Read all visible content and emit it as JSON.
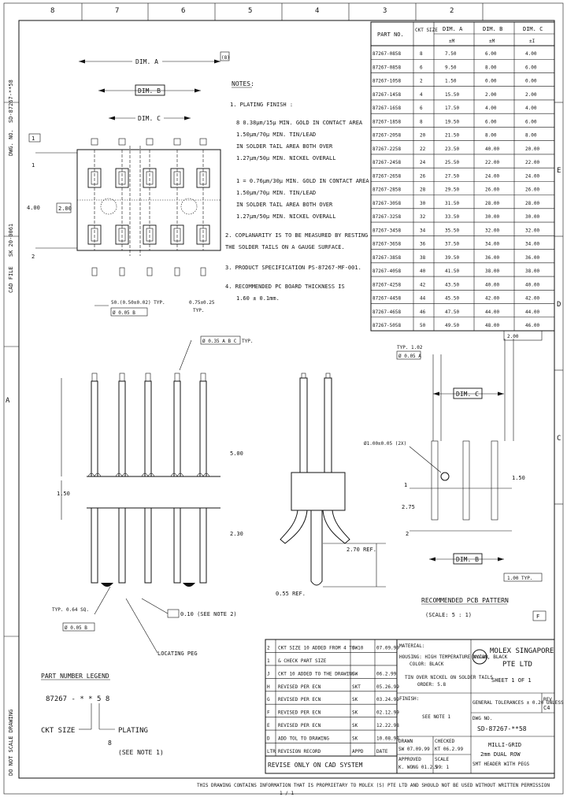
{
  "border": {
    "top_zones": [
      "8",
      "7",
      "6",
      "5",
      "4",
      "3",
      "2"
    ],
    "right_zones": [
      "E",
      "D",
      "C"
    ],
    "left_zones": [
      "A"
    ]
  },
  "left_margin": {
    "doc_no_label": "DWG. NO.",
    "doc_no": "SD-87267-**58",
    "status": "CAD FILE",
    "date": "SK 20-0061"
  },
  "table": {
    "headers": [
      "PART NO.",
      "CKT SIZE",
      "DIM. A",
      "DIM. B",
      "DIM. C"
    ],
    "units": [
      "±M",
      "±M",
      "±I"
    ],
    "rows": [
      [
        "87267-0858",
        "8",
        "7.50",
        "6.00",
        "4.00"
      ],
      [
        "87267-0858",
        "6",
        "9.50",
        "8.00",
        "6.00"
      ],
      [
        "87267-1058",
        "2",
        "1.50",
        "0.00",
        "0.00"
      ],
      [
        "87267-1458",
        "4",
        "15.50",
        "2.00",
        "2.00"
      ],
      [
        "87267-1658",
        "6",
        "17.50",
        "4.00",
        "4.00"
      ],
      [
        "87267-1858",
        "8",
        "19.50",
        "6.00",
        "6.00"
      ],
      [
        "87267-2058",
        "20",
        "21.50",
        "8.00",
        "8.00"
      ],
      [
        "87267-2258",
        "22",
        "23.50",
        "40.00",
        "20.00"
      ],
      [
        "87267-2458",
        "24",
        "25.50",
        "22.00",
        "22.00"
      ],
      [
        "87267-2658",
        "26",
        "27.50",
        "24.00",
        "24.00"
      ],
      [
        "87267-2858",
        "28",
        "29.50",
        "26.00",
        "26.00"
      ],
      [
        "87267-3058",
        "30",
        "31.50",
        "28.00",
        "28.00"
      ],
      [
        "87267-3258",
        "32",
        "33.50",
        "30.00",
        "30.00"
      ],
      [
        "87267-3458",
        "34",
        "35.50",
        "32.00",
        "32.00"
      ],
      [
        "87267-3658",
        "36",
        "37.50",
        "34.00",
        "34.00"
      ],
      [
        "87267-3858",
        "38",
        "39.50",
        "36.00",
        "36.00"
      ],
      [
        "87267-4058",
        "40",
        "41.50",
        "38.00",
        "38.00"
      ],
      [
        "87267-4258",
        "42",
        "43.50",
        "40.00",
        "40.00"
      ],
      [
        "87267-4458",
        "44",
        "45.50",
        "42.00",
        "42.00"
      ],
      [
        "87267-4658",
        "46",
        "47.50",
        "44.00",
        "44.00"
      ],
      [
        "87267-5058",
        "50",
        "49.50",
        "48.00",
        "46.00"
      ]
    ]
  },
  "notes": {
    "heading": "NOTES:",
    "lines": [
      "1. PLATING FINISH :",
      "8    0.38µm/15µ MIN. GOLD IN CONTACT AREA",
      "     1.50µm/70µ MIN. TIN/LEAD",
      "     IN SOLDER TAIL AREA BOTH OVER",
      "     1.27µm/50µ MIN. NICKEL OVERALL",
      "1 =  0.76µm/30µ MIN. GOLD IN CONTACT AREA",
      "     1.50µm/70µ MIN. TIN/LEAD",
      "     IN SOLDER TAIL AREA BOTH OVER",
      "     1.27µm/50µ MIN. NICKEL OVERALL",
      "2. COPLANARITY IS TO BE MEASURED BY RESTING",
      "   THE SOLDER TAILS ON A GAUGE SURFACE.",
      "3. PRODUCT SPECIFICATION PS-87267-MF-001.",
      "4. RECOMMENDED PC BOARD THICKNESS IS",
      "   1.60 ± 0.1mm."
    ]
  },
  "dims": {
    "dim_a": "DIM. A",
    "dim_b": "DIM. B",
    "dim_c": "DIM. C",
    "ref_8": "(8)",
    "n_1": "1",
    "n_2": "2",
    "v_400": "4.00",
    "v_200": "2.00",
    "pin_pitch": "50.(0.50±0.02) TYP.",
    "pin_tol": "Ø 0.05 B",
    "pin_075": "0.75±0.25",
    "pin_075b": "TYP.",
    "tp_tol": "Ø 0.35 A B C",
    "tp": "TYP.",
    "v_500": "5.00",
    "v_150": "1.50",
    "v_230": "2.30",
    "v_270": "2.70 REF.",
    "v_055": "0.55 REF.",
    "sq_typ": "TYP. 0.64 SQ.",
    "sq_tol": "Ø 0.05 B",
    "coplan": "0.10 (SEE NOTE 2)",
    "locating": "LOCATING PEG",
    "pcb_hole": "Ø1.00±0.05 (2X)",
    "pcb_typ": "TYP. 1.02",
    "pcb_typ2": "Ø 0.05 A",
    "pcb_200": "2.00",
    "pcb_275": "2.75",
    "pcb_150": "1.50",
    "pcb_100": "1.00 TYP.",
    "pcb_title": "RECOMMENDED PCB PATTERN",
    "pcb_scale": "(SCALE: 5 : 1)",
    "note_ref": "F"
  },
  "legend": {
    "title": "PART NUMBER LEGEND",
    "pn": "87267 - * * 5 8",
    "ckt": "CKT SIZE",
    "plating": "PLATING",
    "plating_ref": "(SEE NOTE 1)",
    "plating_code": "8"
  },
  "revisions": {
    "rows": [
      [
        "2",
        "CKT SIZE 10 ADDED FROM 4 TO 10",
        "SW",
        "07.09.99"
      ],
      [
        "1",
        "& CHECK PART SIZE",
        "",
        ""
      ],
      [
        "J",
        "CKT 10 ADDED TO THE DRAWING",
        "SW",
        "06.2.99"
      ],
      [
        "H",
        "REVISED PER ECN",
        "SKT",
        "05.26.99"
      ],
      [
        "G",
        "REVISED PER ECN",
        "SK",
        "03.24.99"
      ],
      [
        "F",
        "REVISED PER ECN",
        "SK",
        "02.12.99"
      ],
      [
        "E",
        "REVISED PER ECN",
        "SK",
        "12.22.98"
      ],
      [
        "D",
        "ADD TOL TO DRAWING",
        "SK",
        "10.08.98"
      ],
      [
        "LTR",
        "REVISION RECORD",
        "APPD",
        "DATE"
      ]
    ],
    "bottom": "REVISE ONLY ON CAD SYSTEM"
  },
  "titleblock": {
    "company": "MOLEX SINGAPORE",
    "company2": "PTE LTD",
    "sheet": "SHEET 1 OF 1",
    "material_label": "MATERIAL:",
    "material": "HOUSING: HIGH TEMPERATURE NYLON, BLACK",
    "material2": "COLOR: BLACK",
    "material3": "TIN OVER NICKEL ON SOLDER TAILS",
    "material4": "ORDER: 5.8",
    "finish_label": "FINISH:",
    "tolerance": "GENERAL TOLERANCES ± 0.20 UNLESS",
    "rev_label": "REV",
    "rev": "C4",
    "see_note": "SEE NOTE 1",
    "dwg_label": "DWG NO.",
    "dwg_no": "SD-87267-**58",
    "drawn_label": "DRAWN",
    "drawn": "SW  07.09.99",
    "checked_label": "CHECKED",
    "checked": "KT  06.2.99",
    "approved_label": "APPROVED",
    "approved": "K. WONG  01.2.99",
    "scale_label": "SCALE",
    "scale": "5 : 1",
    "title1": "MILLI-GRID",
    "title2": "2mm DUAL ROW",
    "title3": "SMT HEADER WITH PEGS"
  },
  "footer": "THIS DRAWING CONTAINS INFORMATION THAT IS PROPRIETARY TO MOLEX (S) PTE LTD AND SHOULD NOT BE USED WITHOUT WRITTEN PERMISSION",
  "page_num": "1 / 1"
}
